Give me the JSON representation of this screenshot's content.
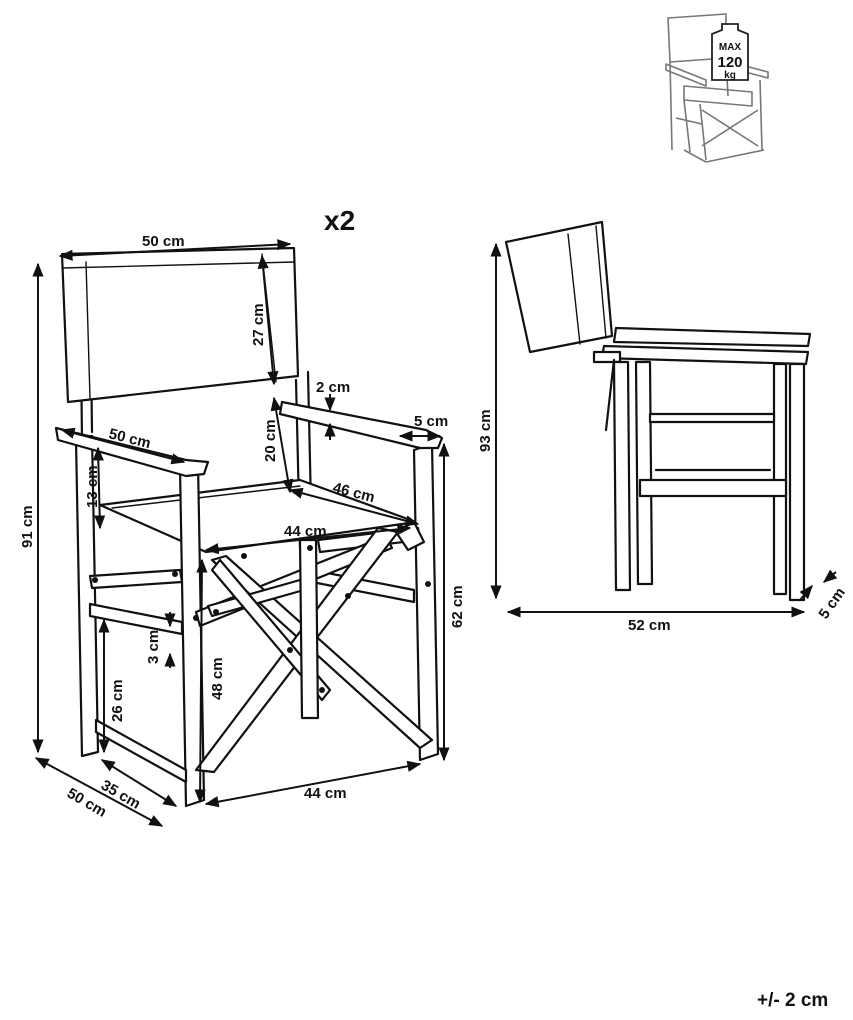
{
  "quantity": "x2",
  "tolerance": "+/- 2 cm",
  "badge": {
    "line1": "MAX",
    "line2": "120",
    "line3": "kg"
  },
  "front_view": {
    "backrest_width": "50 cm",
    "backrest_height": "27 cm",
    "armrest_gap": "2 cm",
    "armrest_thickness": "5 cm",
    "armrest_length": "50 cm",
    "back_to_armrest": "20 cm",
    "armrest_to_seat": "13 cm",
    "seat_depth": "46 cm",
    "seat_width": "44 cm",
    "total_height": "91 cm",
    "armrest_height": "62 cm",
    "seat_height": "48 cm",
    "stretcher_thickness": "3 cm",
    "stretcher_height": "26 cm",
    "base_depth_inner": "35 cm",
    "base_depth": "50 cm",
    "base_width": "44 cm"
  },
  "side_view": {
    "height": "93 cm",
    "depth": "52 cm",
    "leg_thickness": "5 cm"
  }
}
